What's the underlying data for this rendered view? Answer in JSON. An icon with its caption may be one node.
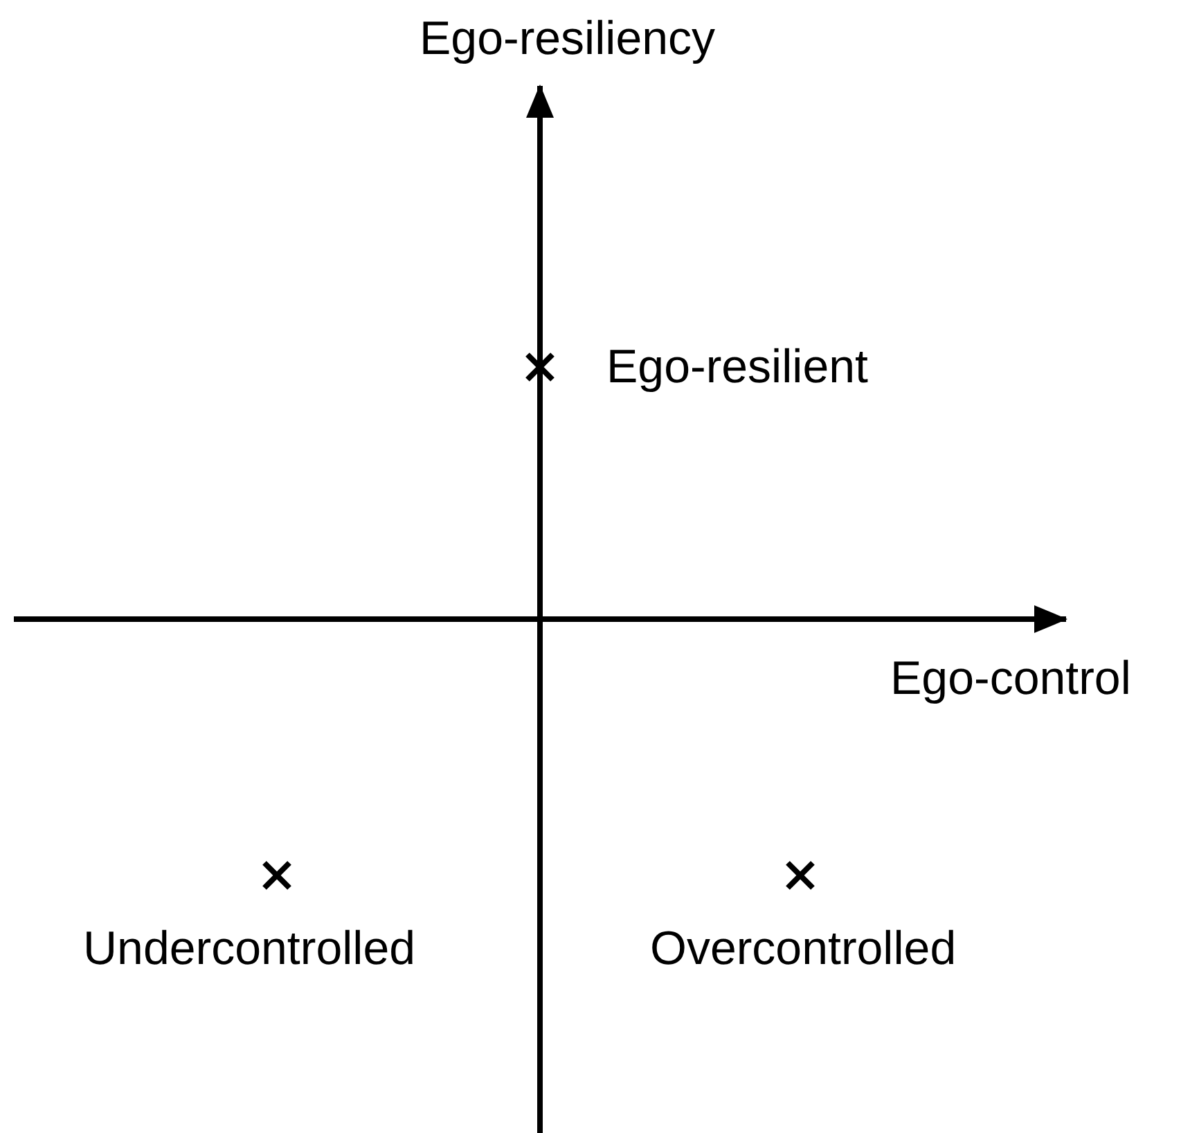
{
  "diagram": {
    "labels": [
      "Ego-resiliency",
      "Ego-resilient",
      "Ego-control",
      "Undercontrolled",
      "Overcontrolled"
    ]
  }
}
